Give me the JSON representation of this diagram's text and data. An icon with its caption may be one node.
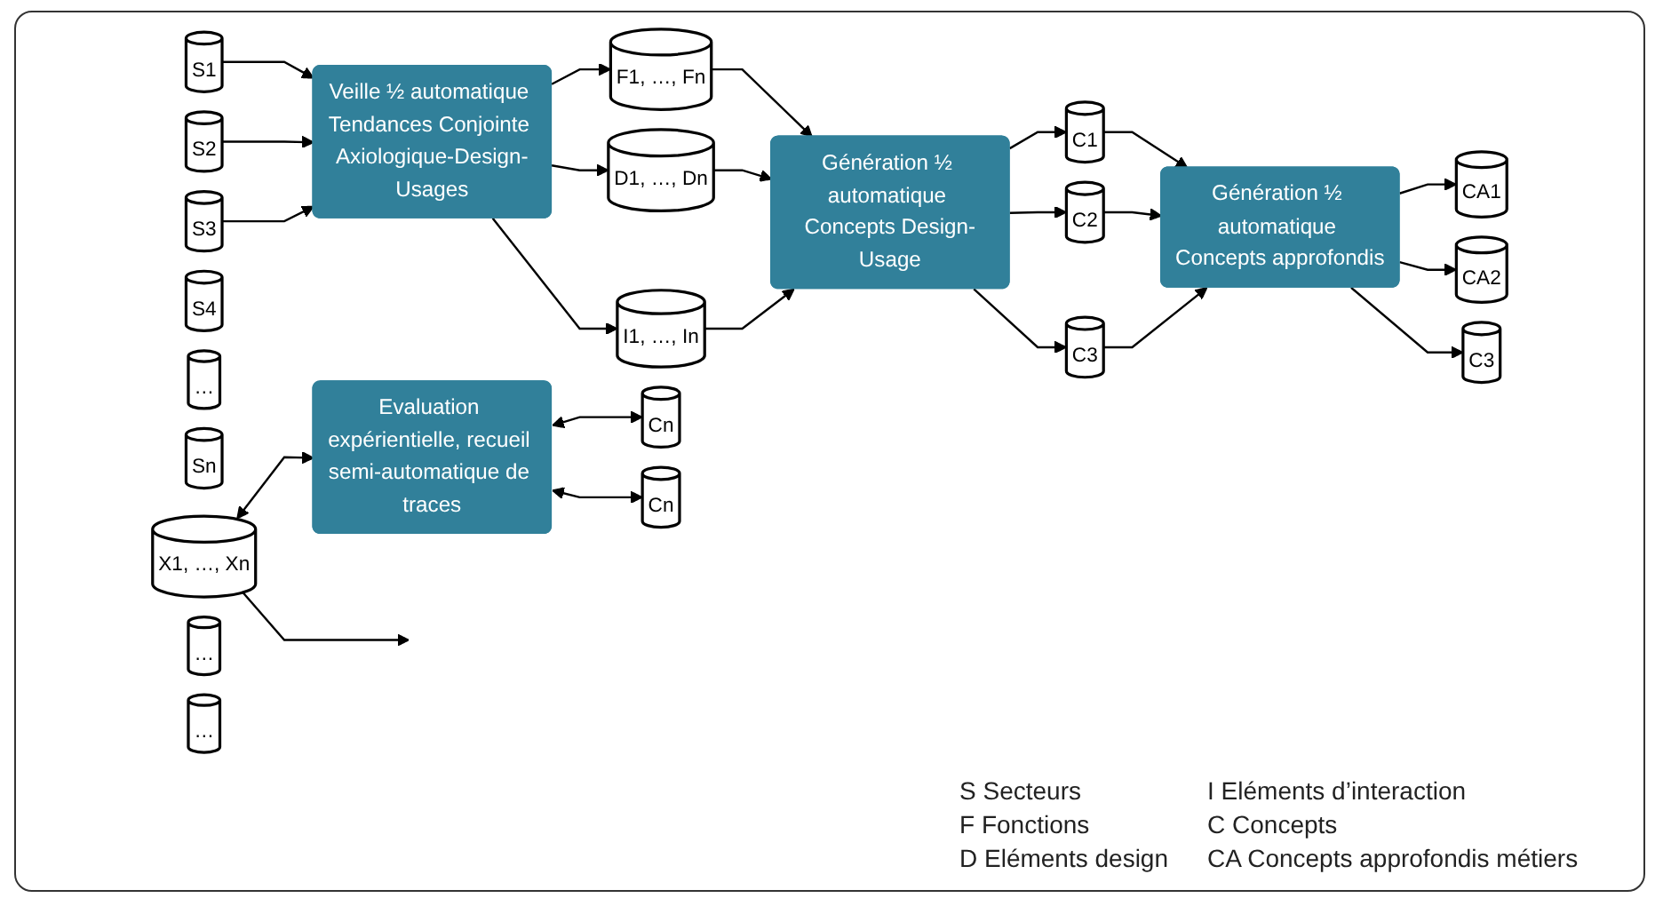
{
  "diagram": {
    "nodes": [
      {
        "text": [
          "S1"
        ]
      },
      {
        "text": [
          "S2"
        ]
      },
      {
        "text": [
          "S3"
        ]
      },
      {
        "text": [
          "S4"
        ]
      },
      {
        "text": [
          "…"
        ]
      },
      {
        "text": [
          "Sn"
        ]
      },
      {
        "text": [
          "Veille ½ automatique Tendances Conjointe Axiologique-Design-Usages"
        ]
      },
      {
        "text": [
          "F1, …, Fn"
        ]
      },
      {
        "text": [
          "D1, …, Dn"
        ]
      },
      {
        "text": [
          "I1, …, In"
        ]
      },
      {
        "text": [
          "X1, …, Xn"
        ]
      },
      {
        "text": [
          "Génération ½ automatique Concepts Design-Usage"
        ]
      },
      {
        "text": [
          "C1"
        ]
      },
      {
        "text": [
          "C2"
        ]
      },
      {
        "text": [
          "C3"
        ]
      },
      {
        "text": [
          "…"
        ]
      },
      {
        "text": [
          "Cn"
        ]
      },
      {
        "text": [
          "Génération ½ automatique Concepts approfondis"
        ]
      },
      {
        "text": [
          "CA1"
        ]
      },
      {
        "text": [
          "CA2"
        ]
      },
      {
        "text": [
          "C3"
        ]
      },
      {
        "text": [
          "…"
        ]
      },
      {
        "text": [
          "Cn"
        ]
      },
      {
        "text": [
          "Evaluation expérientielle, recueil semi-automatique de traces"
        ]
      }
    ],
    "edges": [
      {
        "from": 0,
        "to": 6,
        "arrow": "to"
      },
      {
        "from": 1,
        "to": 6,
        "arrow": "to"
      },
      {
        "from": 2,
        "to": 6,
        "arrow": "to"
      },
      {
        "from": 6,
        "to": 7,
        "arrow": "to"
      },
      {
        "from": 6,
        "to": 8,
        "arrow": "to"
      },
      {
        "from": 6,
        "to": 9,
        "arrow": "to"
      },
      {
        "from": 7,
        "to": 11,
        "arrow": "to"
      },
      {
        "from": 8,
        "to": 11,
        "arrow": "to"
      },
      {
        "from": 9,
        "to": 11,
        "arrow": "to"
      },
      {
        "from": 10,
        "to": null,
        "arrow": "to"
      },
      {
        "from": 10,
        "to": 23,
        "arrow": "both"
      },
      {
        "from": 11,
        "to": 12,
        "arrow": "to"
      },
      {
        "from": 11,
        "to": 13,
        "arrow": "to"
      },
      {
        "from": 11,
        "to": 14,
        "arrow": "to"
      },
      {
        "from": 12,
        "to": 17,
        "arrow": "to"
      },
      {
        "from": 13,
        "to": 17,
        "arrow": "to"
      },
      {
        "from": 14,
        "to": 17,
        "arrow": "to"
      },
      {
        "from": 17,
        "to": 18,
        "arrow": "to"
      },
      {
        "from": 17,
        "to": 19,
        "arrow": "to"
      },
      {
        "from": 17,
        "to": 20,
        "arrow": "to"
      },
      {
        "from": 23,
        "to": 16,
        "arrow": "both"
      },
      {
        "from": 23,
        "to": 22,
        "arrow": "both"
      }
    ],
    "labels": [
      "S Secteurs",
      "I Eléments d’interaction",
      "F Fonctions",
      "C Concepts",
      "D Eléments design",
      "CA Concepts approfondis métiers"
    ]
  }
}
